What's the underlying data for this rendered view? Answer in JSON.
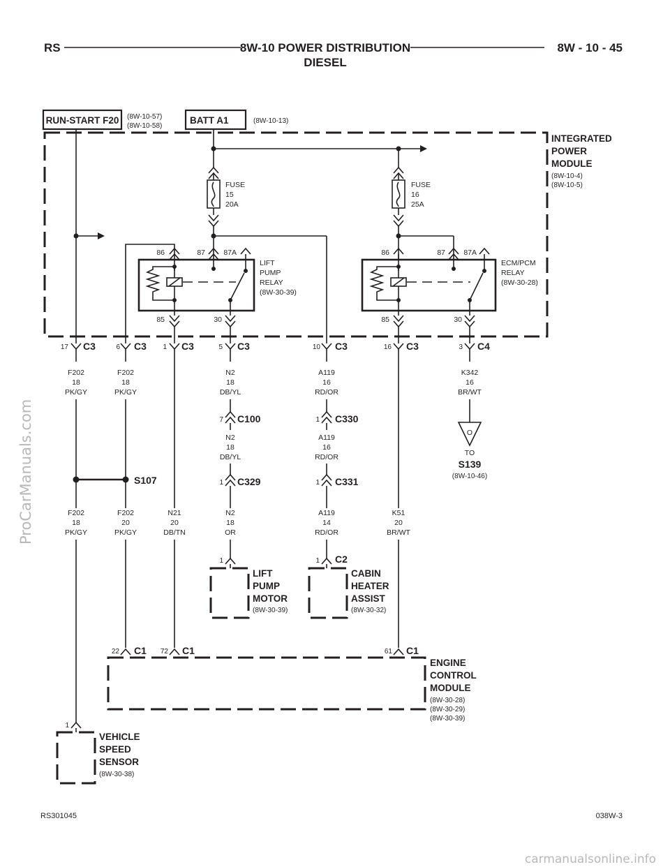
{
  "header": {
    "left": "RS",
    "title_line1": "8W-10 POWER DISTRIBUTION",
    "title_line2": "DIESEL",
    "right": "8W - 10 - 45"
  },
  "sources": {
    "run_start": {
      "label": "RUN-START F20",
      "ref1": "(8W-10-57)",
      "ref2": "(8W-10-58)"
    },
    "batt": {
      "label": "BATT A1",
      "ref1": "(8W-10-13)"
    }
  },
  "ipm": {
    "line1": "INTEGRATED",
    "line2": "POWER",
    "line3": "MODULE",
    "ref1": "(8W-10-4)",
    "ref2": "(8W-10-5)"
  },
  "fuses": [
    {
      "l1": "FUSE",
      "l2": "15",
      "l3": "20A"
    },
    {
      "l1": "FUSE",
      "l2": "16",
      "l3": "25A"
    }
  ],
  "relays": [
    {
      "t86": "86",
      "t87": "87",
      "t87a": "87A",
      "t85": "85",
      "t30": "30",
      "l1": "LIFT",
      "l2": "PUMP",
      "l3": "RELAY",
      "l4": "(8W-30-39)"
    },
    {
      "t86": "86",
      "t87": "87",
      "t87a": "87A",
      "t85": "85",
      "t30": "30",
      "l1": "ECM/PCM",
      "l2": "RELAY",
      "l3": "(8W-30-28)",
      "l4": ""
    }
  ],
  "connectors_top": [
    {
      "pin": "17",
      "name": "C3"
    },
    {
      "pin": "6",
      "name": "C3"
    },
    {
      "pin": "1",
      "name": "C3"
    },
    {
      "pin": "5",
      "name": "C3"
    },
    {
      "pin": "10",
      "name": "C3"
    },
    {
      "pin": "16",
      "name": "C3"
    },
    {
      "pin": "3",
      "name": "C4"
    }
  ],
  "wires_upper": [
    {
      "code": "F202",
      "gauge": "18",
      "color": "PK/GY"
    },
    {
      "code": "F202",
      "gauge": "18",
      "color": "PK/GY"
    },
    {
      "code": "N2",
      "gauge": "18",
      "color": "DB/YL"
    },
    {
      "code": "A119",
      "gauge": "16",
      "color": "RD/OR"
    },
    {
      "code": "K342",
      "gauge": "16",
      "color": "BR/WT"
    }
  ],
  "inline": [
    {
      "pin": "7",
      "name": "C100"
    },
    {
      "pin": "1",
      "name": "C330"
    },
    {
      "pin": "1",
      "name": "C329"
    },
    {
      "pin": "1",
      "name": "C331"
    }
  ],
  "wires_mid": [
    {
      "code": "N2",
      "gauge": "18",
      "color": "DB/YL"
    },
    {
      "code": "A119",
      "gauge": "16",
      "color": "RD/OR"
    }
  ],
  "splice": {
    "name": "S107"
  },
  "to_splice": {
    "to": "TO",
    "name": "S139",
    "ref": "(8W-10-46)",
    "symbol": "O"
  },
  "wires_lower": [
    {
      "code": "F202",
      "gauge": "18",
      "color": "PK/GY"
    },
    {
      "code": "F202",
      "gauge": "20",
      "color": "PK/GY"
    },
    {
      "code": "N21",
      "gauge": "20",
      "color": "DB/TN"
    },
    {
      "code": "N2",
      "gauge": "18",
      "color": "OR"
    },
    {
      "code": "A119",
      "gauge": "14",
      "color": "RD/OR"
    },
    {
      "code": "K51",
      "gauge": "20",
      "color": "BR/WT"
    }
  ],
  "lift_pump_motor": {
    "pin": "1",
    "l1": "LIFT",
    "l2": "PUMP",
    "l3": "MOTOR",
    "ref": "(8W-30-39)"
  },
  "cabin_heater": {
    "pin": "1",
    "conn": "C2",
    "l1": "CABIN",
    "l2": "HEATER",
    "l3": "ASSIST",
    "ref": "(8W-30-32)"
  },
  "ecm_connectors": [
    {
      "pin": "22",
      "name": "C1"
    },
    {
      "pin": "72",
      "name": "C1"
    },
    {
      "pin": "61",
      "name": "C1"
    }
  ],
  "ecm": {
    "l1": "ENGINE",
    "l2": "CONTROL",
    "l3": "MODULE",
    "ref1": "(8W-30-28)",
    "ref2": "(8W-30-29)",
    "ref3": "(8W-30-39)"
  },
  "vss": {
    "pin": "1",
    "l1": "VEHICLE",
    "l2": "SPEED",
    "l3": "SENSOR",
    "ref": "(8W-30-38)"
  },
  "footer": {
    "left": "RS301045",
    "right": "038W-3"
  },
  "watermarks": {
    "side": "ProCarManuals.com",
    "bottom": "carmanualsonline.info"
  }
}
